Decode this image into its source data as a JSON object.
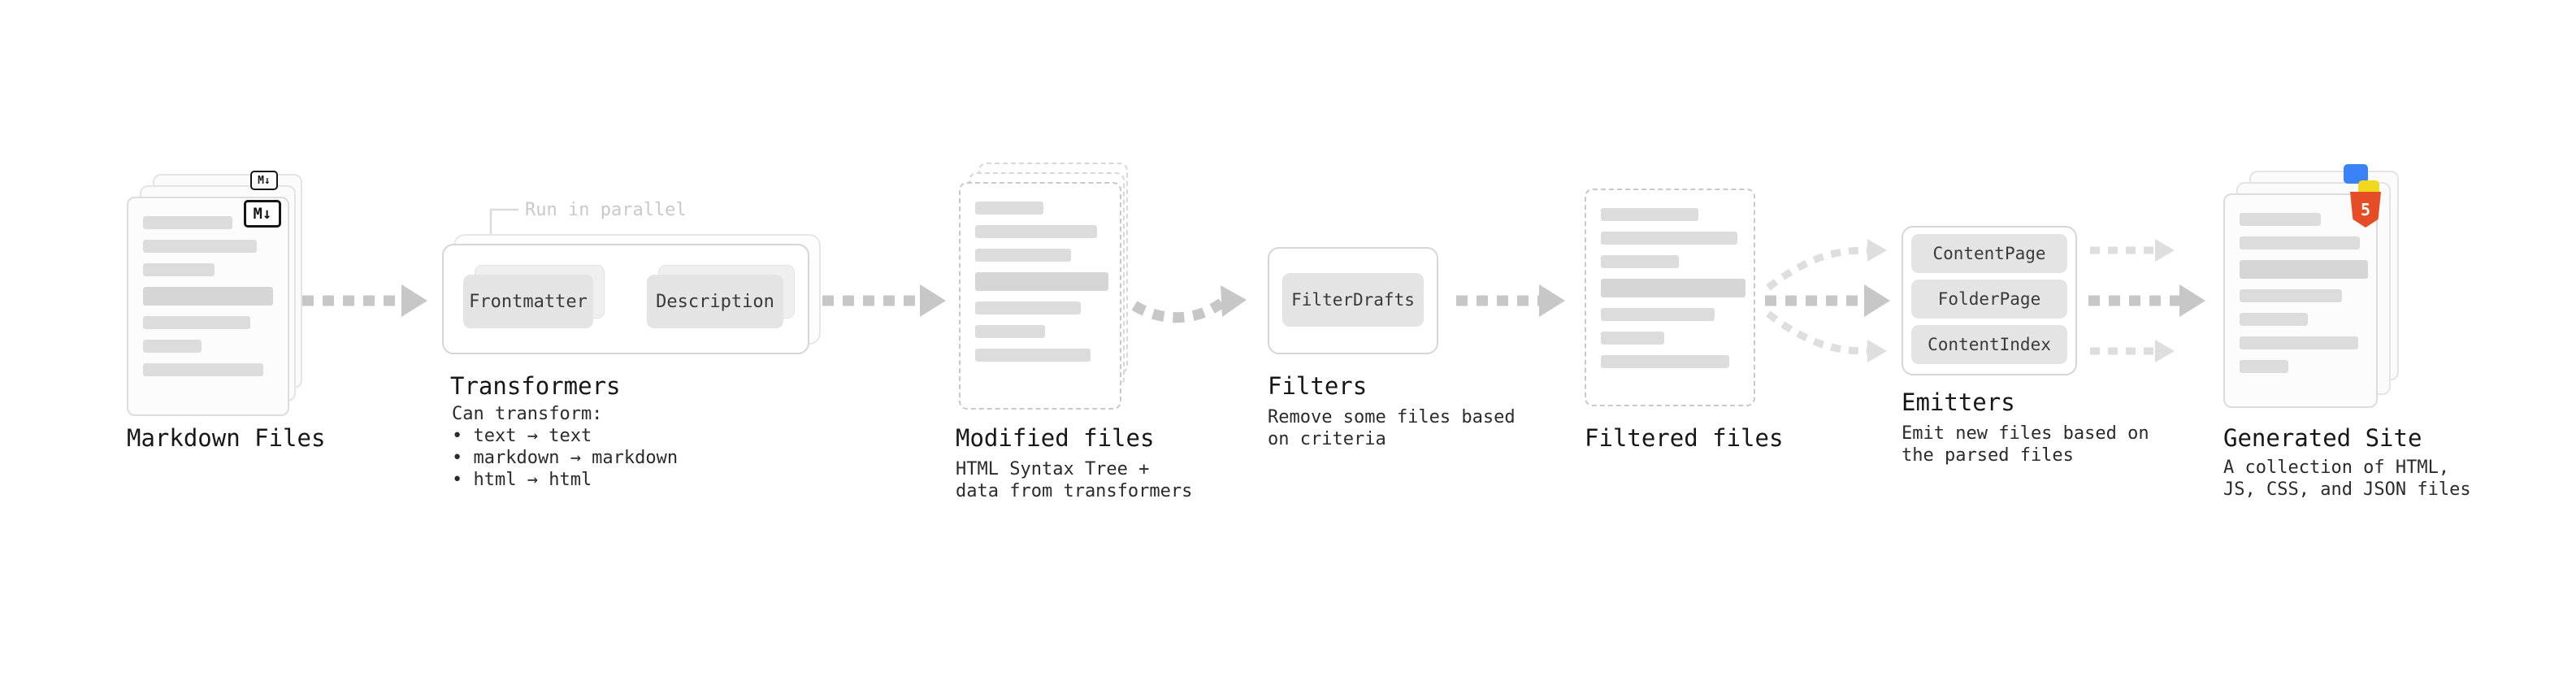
{
  "colors": {
    "arrow": "#c7c7c7",
    "arrow_light": "#dedede",
    "card_border": "#dcdcdc",
    "dashed_border": "#c9c9c9",
    "pill_bg": "#e4e4e4",
    "heading_text": "#171717",
    "body_text": "#2b2b2b",
    "muted_text": "#c9c9c9",
    "html5_orange": "#e44d26",
    "js_yellow": "#f0d91d",
    "css_blue": "#3b82f6",
    "markdown_badge": "#151515"
  },
  "pipeline": {
    "markdown_files": {
      "heading": "Markdown Files",
      "badge": "M↓"
    },
    "transformers": {
      "annotation": "Run in parallel",
      "nodes": [
        "Frontmatter",
        "Description"
      ],
      "heading": "Transformers",
      "description": [
        "Can transform:",
        "• text → text",
        "• markdown → markdown",
        "• html → html"
      ]
    },
    "modified_files": {
      "heading": "Modified files",
      "description": [
        "HTML Syntax Tree +",
        "data from transformers"
      ]
    },
    "filters": {
      "nodes": [
        "FilterDrafts"
      ],
      "heading": "Filters",
      "description": [
        "Remove some files based",
        "on criteria"
      ]
    },
    "filtered_files": {
      "heading": "Filtered files"
    },
    "emitters": {
      "nodes": [
        "ContentPage",
        "FolderPage",
        "ContentIndex"
      ],
      "heading": "Emitters",
      "description": [
        "Emit new files based on",
        "the parsed files"
      ]
    },
    "generated_site": {
      "heading": "Generated Site",
      "badge_5": "5",
      "description": [
        "A collection of HTML,",
        "JS, CSS, and JSON files"
      ]
    }
  }
}
